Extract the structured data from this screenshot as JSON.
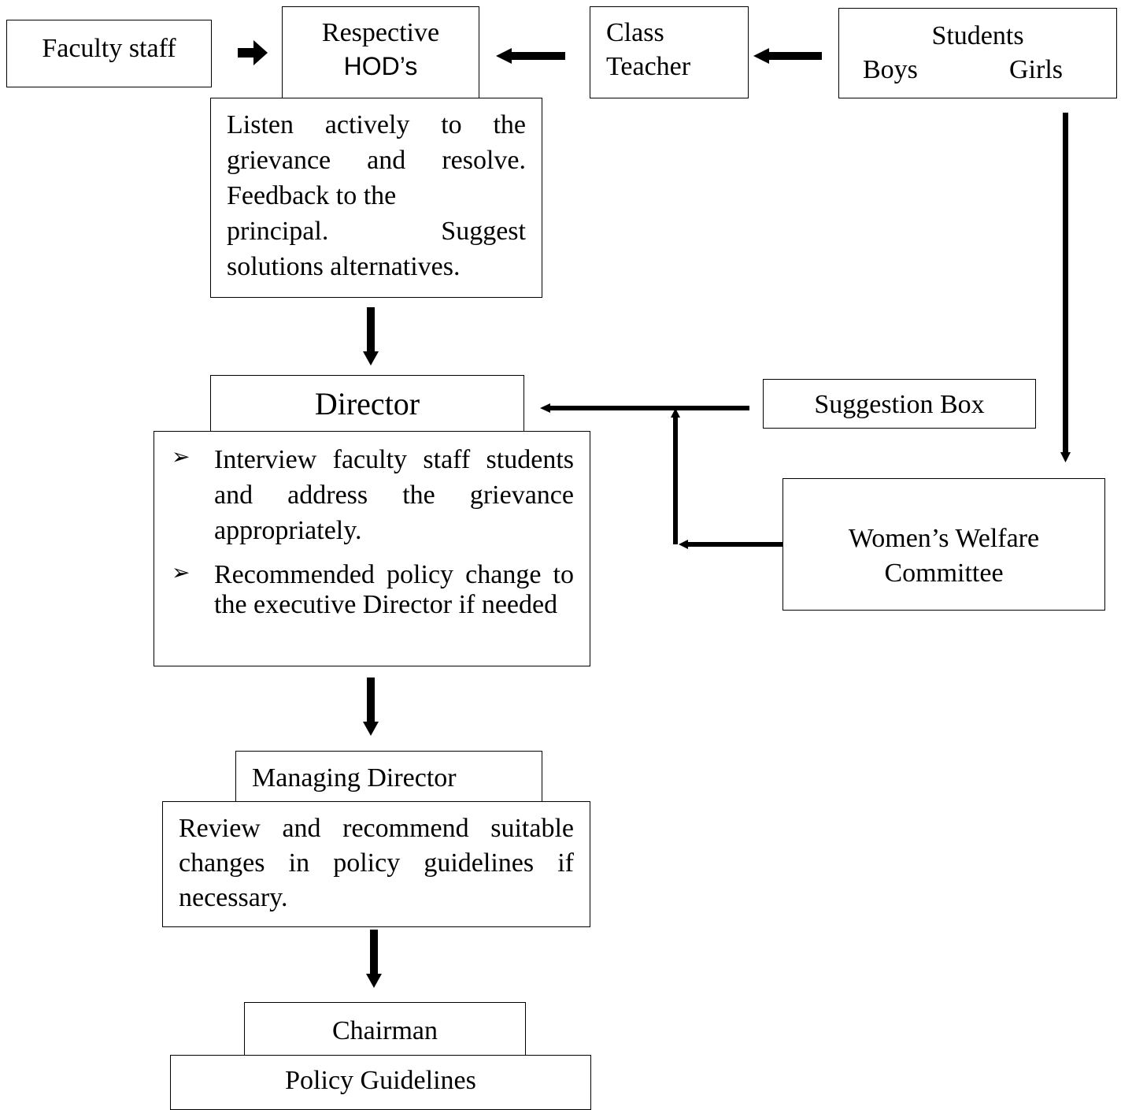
{
  "nodes": {
    "faculty_staff": "Faculty staff",
    "respective_hods": {
      "line1": "Respective",
      "line2": "HOD’s"
    },
    "class_teacher": {
      "line1": "Class",
      "line2": "Teacher"
    },
    "students": {
      "title": "Students",
      "boys": "Boys",
      "girls": "Girls"
    },
    "hod_action": [
      "Listen actively to the",
      "grievance and resolve.",
      "Feedback to the",
      "principal. Suggest",
      "solutions alternatives."
    ],
    "director": "Director",
    "director_actions": [
      "Interview faculty staff students and address the grievance appropriately.",
      "Recommended policy change to the executive Director if needed"
    ],
    "suggestion_box": "Suggestion Box",
    "womens_welfare": {
      "line1": "Women’s Welfare",
      "line2": "Committee"
    },
    "managing_director": "Managing Director",
    "md_action": "Review and recommend suitable changes in policy guidelines if necessary.",
    "chairman": "Chairman",
    "policy_guidelines": "Policy Guidelines"
  },
  "bullet_glyph": "➢"
}
